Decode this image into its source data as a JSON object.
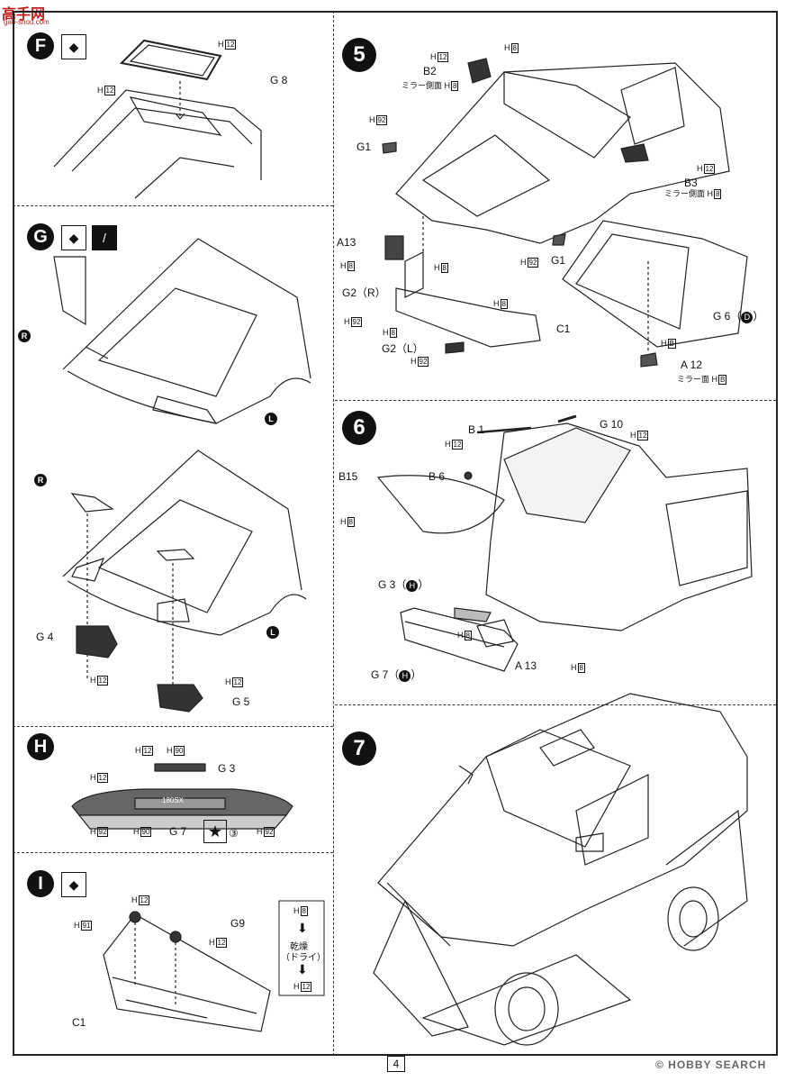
{
  "watermark": {
    "title": "高手网",
    "url": "gao-shou.com"
  },
  "page_number": "4",
  "footer_brand": "© HOBBY SEARCH",
  "steps": {
    "F": {
      "label": "F",
      "labels": {
        "paint1": "12",
        "paint2": "12",
        "part": "G 8"
      }
    },
    "G": {
      "label": "G",
      "labels": {
        "R1": "R",
        "L1": "L",
        "R2": "R",
        "L2": "L",
        "g4": "G 4",
        "g5": "G 5",
        "p1": "12",
        "p2": "12"
      }
    },
    "H": {
      "label": "H",
      "labels": {
        "p12a": "12",
        "p90a": "90",
        "g3": "G 3",
        "p12b": "12",
        "plate": "180SX",
        "p92a": "92",
        "p90b": "90",
        "g7": "G 7",
        "num3": "③",
        "p92b": "92"
      }
    },
    "I": {
      "label": "I",
      "labels": {
        "p12": "12",
        "p91": "91",
        "g9": "G9",
        "p12b": "12",
        "c1": "C1",
        "flow1": "8",
        "dry": "乾燥",
        "dry2": "（ドライ）",
        "flow2": "12"
      }
    },
    "5": {
      "label": "5",
      "labels": {
        "h8top": "8",
        "h12b2": "12",
        "b2": "B2",
        "mirror1": "ミラー側面",
        "m1p": "8",
        "h92": "92",
        "g1a": "G1",
        "a13": "A13",
        "h8a": "8",
        "h8b": "8",
        "g2r": "G2（R）",
        "h92b": "92",
        "h8c": "8",
        "h8d": "8",
        "g2l": "G2（L）",
        "h92c": "92",
        "c1": "C1",
        "h12b3": "12",
        "b3": "B3",
        "mirror2": "ミラー側面",
        "m2p": "8",
        "h92d": "92",
        "g1b": "G1",
        "g6": "G 6（",
        "g6d": "D",
        "g6e": "）",
        "hb": "B",
        "a12": "A 12",
        "mirror3": "ミラー面",
        "m3p": "B"
      }
    },
    "6": {
      "label": "6",
      "labels": {
        "b1": "B 1",
        "g10": "G 10",
        "h12a": "12",
        "h12b": "12",
        "b15": "B15",
        "b6": "B 6",
        "h8a": "8",
        "g3": "G 3（",
        "g3h": "H",
        "g3e": "）",
        "h8b": "8",
        "a13": "A 13",
        "g7": "G 7（",
        "g7h": "H",
        "g7e": "）",
        "h8c": "8"
      }
    },
    "7": {
      "label": "7"
    }
  },
  "paint_prefix": "H"
}
